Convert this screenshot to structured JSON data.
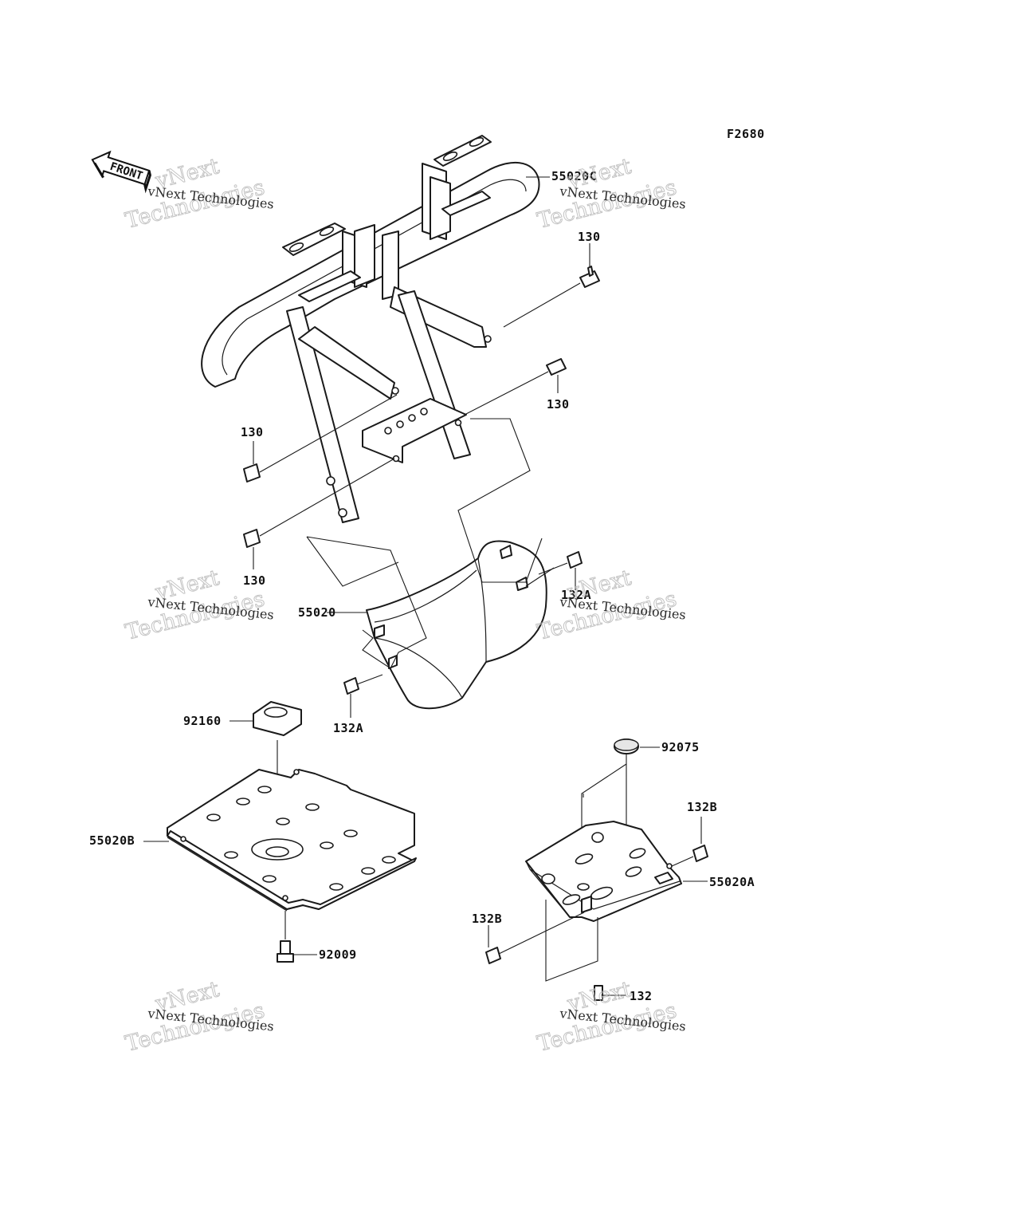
{
  "figure_code": "F2680",
  "front_arrow_label": "FRONT",
  "callouts": {
    "guard_main": "55020C",
    "bolt_top_right": "130",
    "bolt_mid_right": "130",
    "bolt_left_upper": "130",
    "bolt_left_lower": "130",
    "guard_front": "55020",
    "bolt_guard_right": "132A",
    "bolt_guard_left": "132A",
    "damper": "92160",
    "skid_plate": "55020B",
    "skid_bolt": "92009",
    "plate_cap": "92075",
    "bolt_b_right": "132B",
    "bolt_b_left": "132B",
    "bottom_guard": "55020A",
    "bolt_bottom": "132"
  },
  "watermark": {
    "name_small": "vNext Technologies",
    "name_big_1": "vNext",
    "name_big_2": "Technologies"
  }
}
